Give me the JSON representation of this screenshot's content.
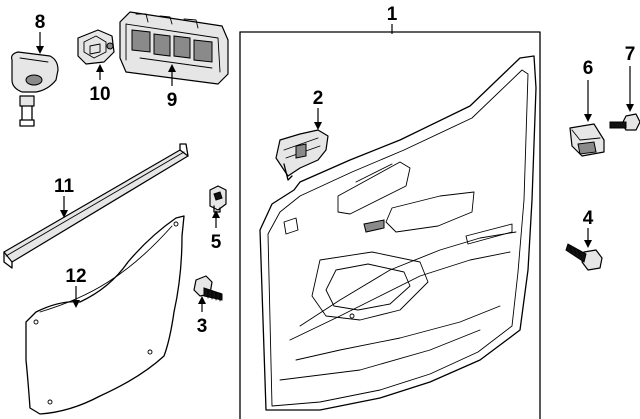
{
  "callouts": {
    "c1": "1",
    "c2": "2",
    "c3": "3",
    "c4": "4",
    "c5": "5",
    "c6": "6",
    "c7": "7",
    "c8": "8",
    "c9": "9",
    "c10": "10",
    "c11": "11",
    "c12": "12"
  },
  "colors": {
    "line": "#000000",
    "panel_shade": "#e6e6e6",
    "background": "#ffffff"
  }
}
